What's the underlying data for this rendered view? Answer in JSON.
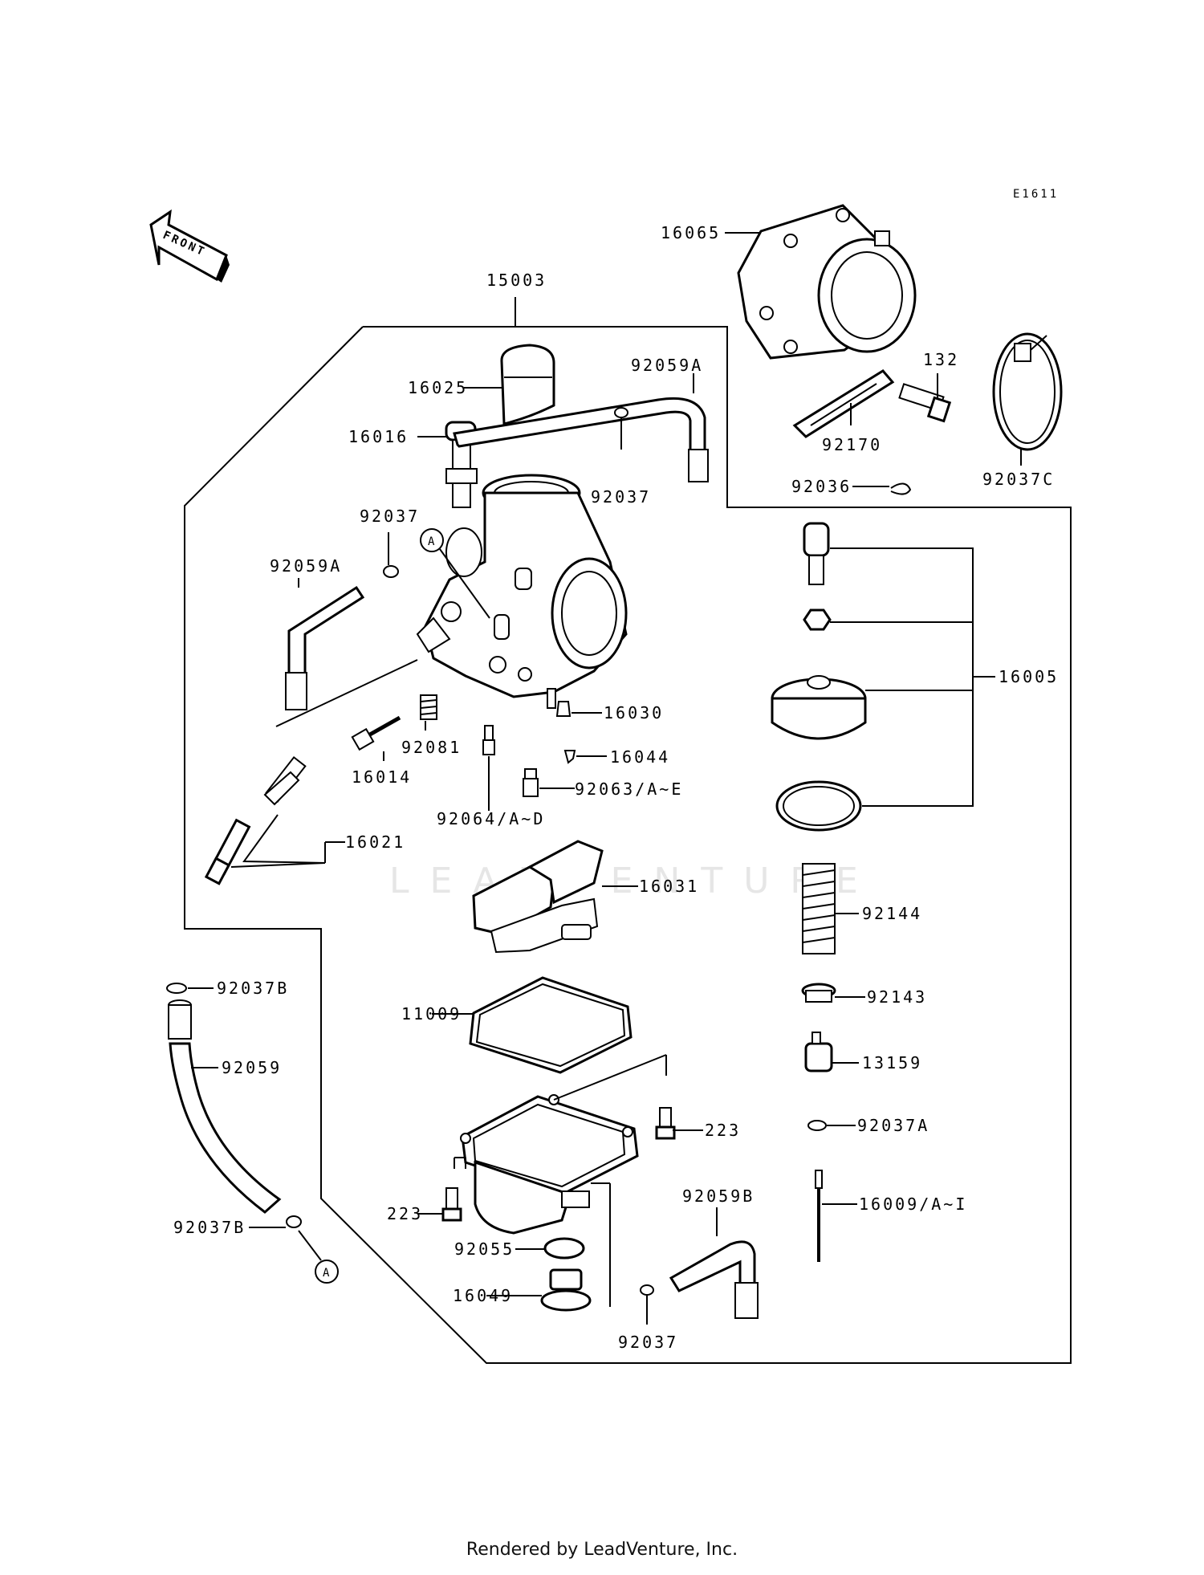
{
  "diagram": {
    "code": "E1611",
    "front_label": "FRONT",
    "ref_letter": "A",
    "watermark": "LEADVENTURE",
    "parts": {
      "p15003": "15003",
      "p16065": "16065",
      "p132": "132",
      "p92170": "92170",
      "p92036": "92036",
      "p92037C": "92037C",
      "p16025": "16025",
      "p92059A_top": "92059A",
      "p16016": "16016",
      "p92037_top": "92037",
      "p92037_left": "92037",
      "p92059A_left": "92059A",
      "p16030": "16030",
      "p16044": "16044",
      "p92063": "92063/A~E",
      "p92064": "92064/A~D",
      "p16014": "16014",
      "p92081": "92081",
      "p16021": "16021",
      "p16031": "16031",
      "p16005": "16005",
      "p92144": "92144",
      "p92143": "92143",
      "p13159": "13159",
      "p92037A": "92037A",
      "p16009": "16009/A~I",
      "p11009": "11009",
      "p223_right": "223",
      "p223_left": "223",
      "p92055": "92055",
      "p16049": "16049",
      "p92059B": "92059B",
      "p92037_bottom": "92037",
      "p92037B_top": "92037B",
      "p92059": "92059",
      "p92037B_bottom": "92037B"
    }
  },
  "footer": {
    "text": "Rendered by LeadVenture, Inc."
  }
}
